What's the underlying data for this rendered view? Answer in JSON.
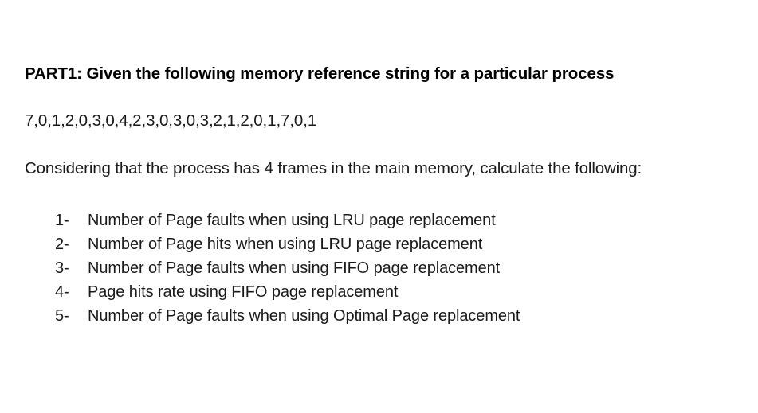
{
  "document": {
    "background_color": "#ffffff",
    "text_color": "#1a1a1a",
    "heading": "PART1: Given the following memory reference string for a particular process",
    "reference_string": "7,0,1,2,0,3,0,4,2,3,0,3,0,3,2,1,2,0,1,7,0,1",
    "prompt": "Considering that the process has 4 frames in the main memory, calculate the following:",
    "questions": [
      {
        "marker": "1-",
        "text": "Number of Page faults when using LRU page replacement"
      },
      {
        "marker": "2-",
        "text": "Number of Page hits when using LRU page replacement"
      },
      {
        "marker": "3-",
        "text": "Number of Page faults when using FIFO page replacement"
      },
      {
        "marker": "4-",
        "text": "Page hits rate using FIFO page replacement"
      },
      {
        "marker": "5-",
        "text": "Number of Page faults when using Optimal Page replacement"
      }
    ]
  }
}
